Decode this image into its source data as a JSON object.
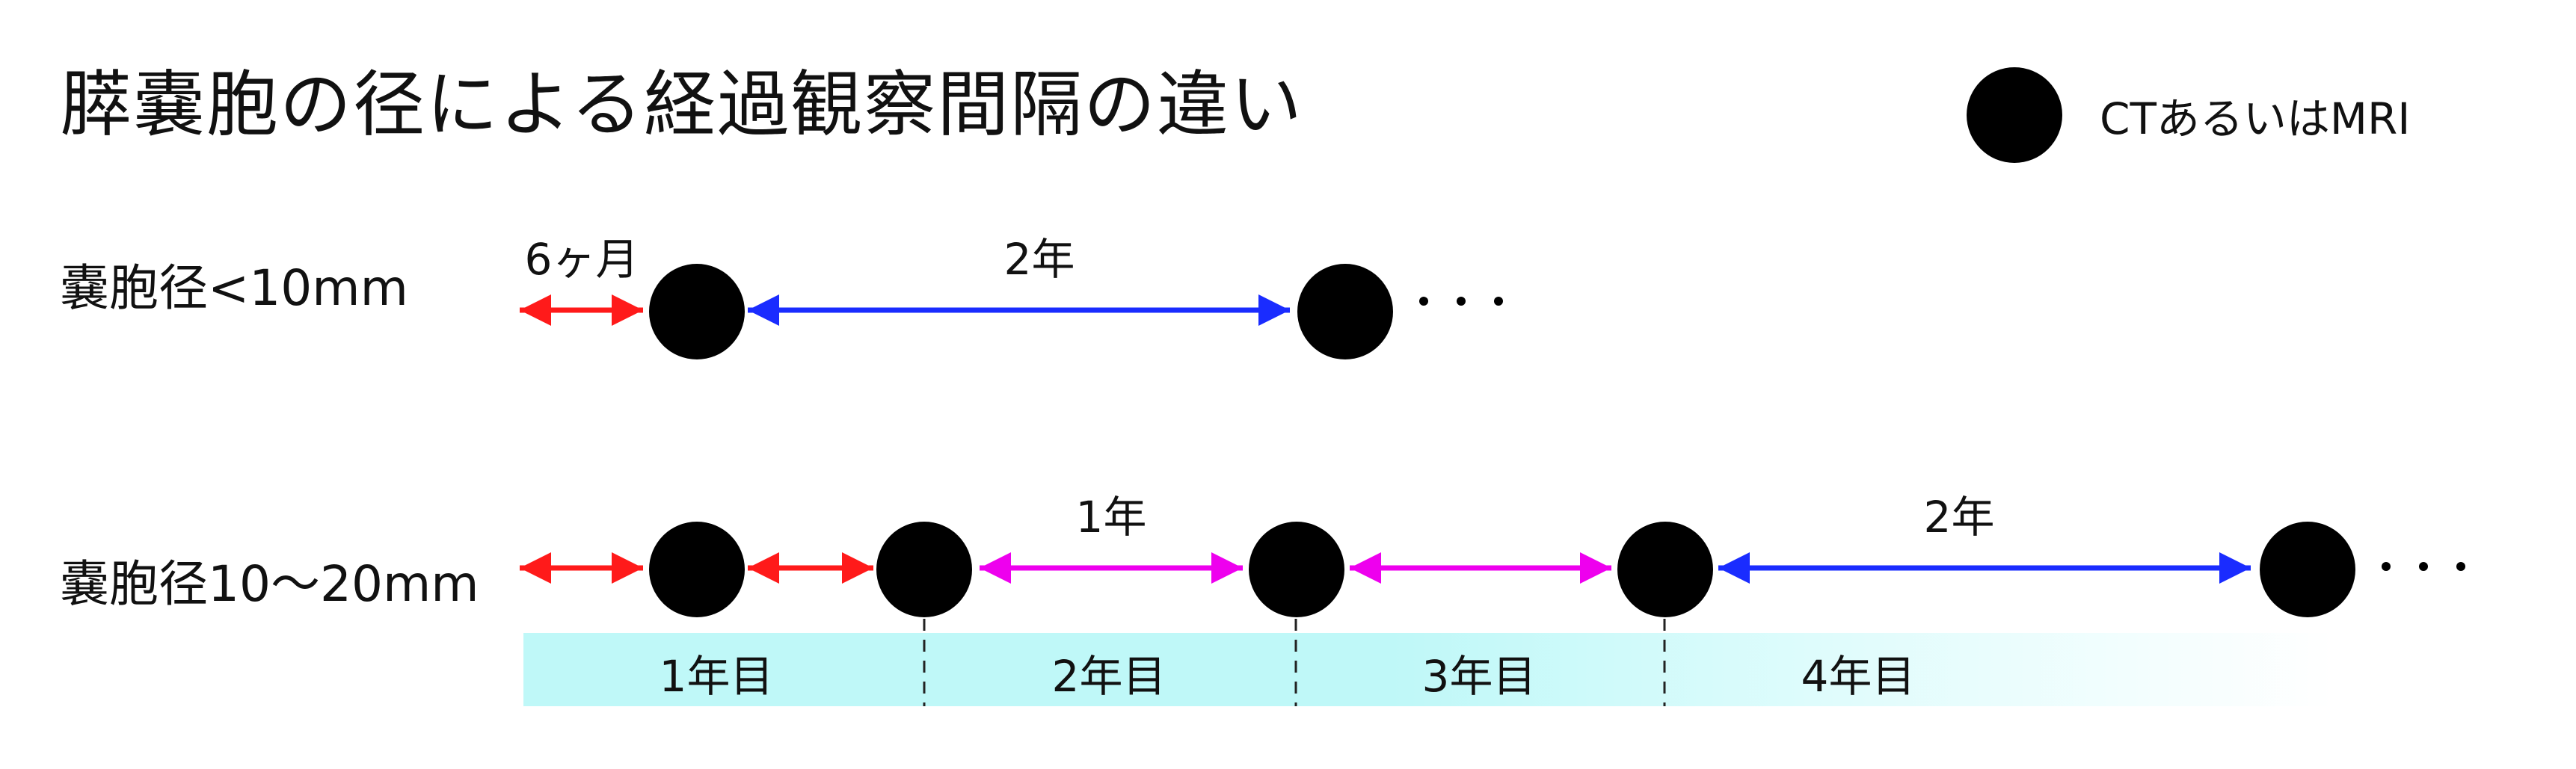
{
  "title": "膵嚢胞の径による経過観察間隔の違い",
  "legend": {
    "label": "CTあるいはMRI",
    "icon": "black-circle"
  },
  "rows": [
    {
      "label": "嚢胞径<10mm",
      "intervals": [
        {
          "label": "6ヶ月",
          "color": "#ff1a1a"
        },
        {
          "label": "2年",
          "color": "#1a2cff"
        }
      ]
    },
    {
      "label": "嚢胞径10〜20mm",
      "intervals": [
        {
          "label": "",
          "color": "#ff1a1a"
        },
        {
          "label": "",
          "color": "#ff1a1a"
        },
        {
          "label": "1年",
          "color": "#ee00ee"
        },
        {
          "label": "",
          "color": "#ee00ee"
        },
        {
          "label": "2年",
          "color": "#1a2cff"
        }
      ]
    }
  ],
  "years": [
    "1年目",
    "2年目",
    "3年目",
    "4年目"
  ],
  "colors": {
    "red": "#ff1a1a",
    "magenta": "#ee00ee",
    "blue": "#1a2cff",
    "band": "#bff8f8"
  }
}
